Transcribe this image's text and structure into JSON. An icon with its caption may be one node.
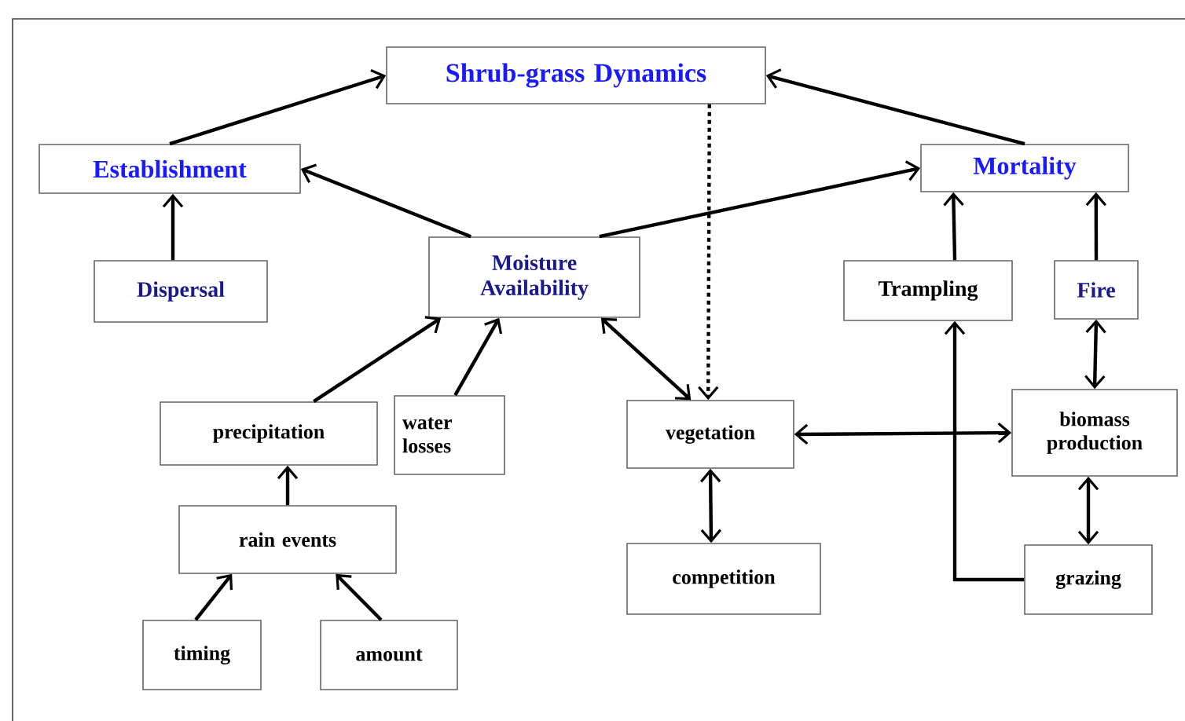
{
  "diagram": {
    "nodes": [
      {
        "text": [
          "Shrub-grass Dynamics"
        ]
      },
      {
        "text": [
          "Establishment"
        ]
      },
      {
        "text": [
          "Mortality"
        ]
      },
      {
        "text": [
          "Dispersal"
        ]
      },
      {
        "text": [
          "Moisture Availability"
        ]
      },
      {
        "text": [
          "Trampling"
        ]
      },
      {
        "text": [
          "Fire"
        ]
      },
      {
        "text": [
          "precipitation"
        ]
      },
      {
        "text": [
          "water losses"
        ]
      },
      {
        "text": [
          "vegetation"
        ]
      },
      {
        "text": [
          "biomass production"
        ]
      },
      {
        "text": [
          "rain events"
        ]
      },
      {
        "text": [
          "competition"
        ]
      },
      {
        "text": [
          "grazing"
        ]
      },
      {
        "text": [
          "timing"
        ]
      },
      {
        "text": [
          "amount"
        ]
      }
    ],
    "edges": [
      {
        "from": 1,
        "to": 0,
        "arrow": "to"
      },
      {
        "from": 2,
        "to": 0,
        "arrow": "to"
      },
      {
        "from": 4,
        "to": 1,
        "arrow": "to"
      },
      {
        "from": 4,
        "to": 2,
        "arrow": "to"
      },
      {
        "from": 3,
        "to": 1,
        "arrow": "to"
      },
      {
        "from": 5,
        "to": 2,
        "arrow": "to"
      },
      {
        "from": 6,
        "to": 2,
        "arrow": "to"
      },
      {
        "from": 7,
        "to": 4,
        "arrow": "to"
      },
      {
        "from": 8,
        "to": 4,
        "arrow": "to"
      },
      {
        "from": 4,
        "to": 9,
        "arrow": "both"
      },
      {
        "from": 0,
        "to": 9,
        "arrow": "to",
        "style": "dashed"
      },
      {
        "from": 9,
        "to": 10,
        "arrow": "both"
      },
      {
        "from": 6,
        "to": 10,
        "arrow": "both"
      },
      {
        "from": 10,
        "to": 13,
        "arrow": "both"
      },
      {
        "from": 9,
        "to": 12,
        "arrow": "both"
      },
      {
        "from": 11,
        "to": 7,
        "arrow": "to"
      },
      {
        "from": 14,
        "to": 11,
        "arrow": "to"
      },
      {
        "from": 15,
        "to": 11,
        "arrow": "to"
      },
      {
        "from": 13,
        "to": 5,
        "arrow": "to"
      }
    ]
  }
}
